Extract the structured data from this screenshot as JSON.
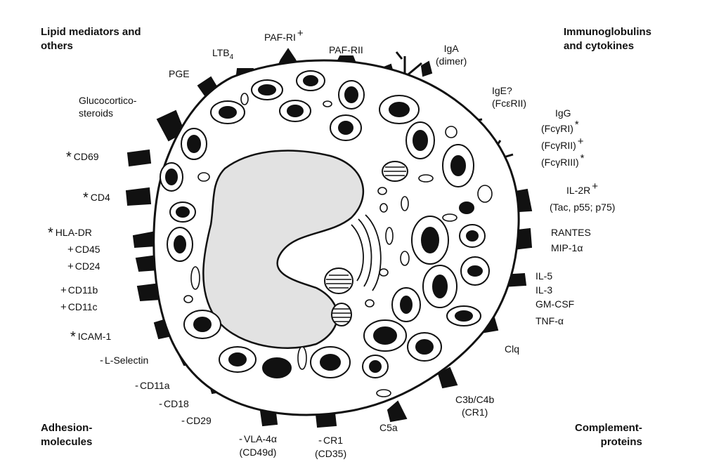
{
  "corners": {
    "top_left": [
      "Lipid mediators and",
      "others"
    ],
    "top_right": [
      "Immunoglobulins",
      "and cytokines"
    ],
    "bottom_left": [
      "Adhesion-",
      "molecules"
    ],
    "bottom_right": [
      "Complement-",
      "proteins"
    ]
  },
  "lipid": {
    "paf_r1": "PAF-RI",
    "paf_r1_mark": "+",
    "paf_r2": "PAF-RII",
    "ltb": "LTB",
    "ltb_sub": "4",
    "pge": "PGE",
    "gluco1": "Glucocortico-",
    "gluco2": "steroids"
  },
  "ig": {
    "iga1": "IgA",
    "iga2": "(dimer)",
    "ige1": "IgE?",
    "ige2": "(FcεRII)",
    "igg": "IgG",
    "fc1": "(FcγRI)",
    "fc1_mark": "*",
    "fc2": "(FcγRII)",
    "fc2_mark": "+",
    "fc3": "(FcγRIII)",
    "fc3_mark": "*",
    "il2r": "IL-2R",
    "il2r_mark": "+",
    "il2r_sub": "(Tac, p55; p75)",
    "rantes": "RANTES",
    "mip": "MIP-1α",
    "il5": "IL-5",
    "il3": "IL-3",
    "gmcsf": "GM-CSF",
    "tnf": "TNF-α"
  },
  "complement": {
    "clq": "Clq",
    "c3b1": "C3b/C4b",
    "c3b2": "(CR1)",
    "c5a": "C5a",
    "cr1_mark": "-",
    "cr1": "CR1",
    "cr1_sub": "(CD35)"
  },
  "adhesion": {
    "cd69_mark": "*",
    "cd69": "CD69",
    "cd4_mark": "*",
    "cd4": "CD4",
    "hla_mark": "*",
    "hla": "HLA-DR",
    "cd45_mark": "+",
    "cd45": "CD45",
    "cd24_mark": "+",
    "cd24": "CD24",
    "cd11b_mark": "+",
    "cd11b": "CD11b",
    "cd11c_mark": "+",
    "cd11c": "CD11c",
    "icam_mark": "*",
    "icam": "ICAM-1",
    "lsel_mark": "-",
    "lsel": "L-Selectin",
    "cd11a_mark": "-",
    "cd11a": "CD11a",
    "cd18_mark": "-",
    "cd18": "CD18",
    "cd29_mark": "-",
    "cd29": "CD29",
    "vla_mark": "-",
    "vla": "VLA-4α",
    "vla_sub": "(CD49d)"
  }
}
